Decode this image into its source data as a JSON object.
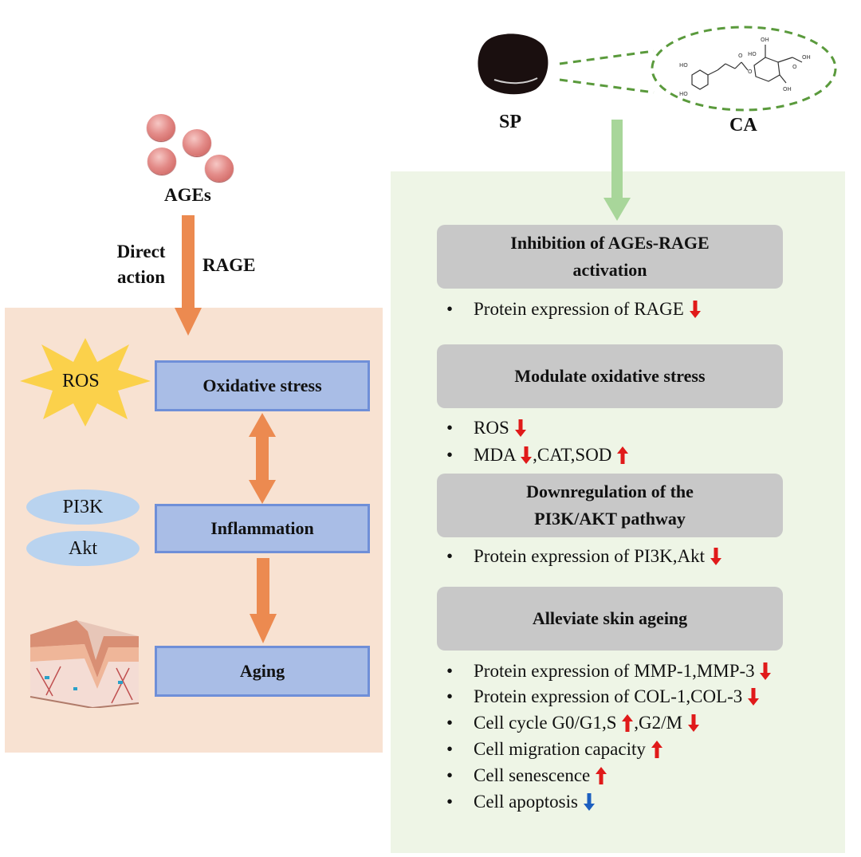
{
  "top": {
    "ages_label": "AGEs",
    "direct_action": "Direct\naction",
    "rage_label": "RAGE",
    "sp_label": "SP",
    "ca_label": "CA"
  },
  "left_flow": {
    "boxes": [
      "Oxidative stress",
      "Inflammation",
      "Aging"
    ],
    "ros_label": "ROS",
    "pi3k_label": "PI3K",
    "akt_label": "Akt"
  },
  "right_sections": [
    {
      "title": "Inhibition of AGEs-RAGE\nactivation",
      "items": [
        {
          "parts": [
            {
              "t": "Protein expression of RAGE "
            },
            {
              "a": "down-red"
            }
          ]
        }
      ]
    },
    {
      "title": "Modulate oxidative stress",
      "items": [
        {
          "parts": [
            {
              "t": "ROS "
            },
            {
              "a": "down-red"
            }
          ]
        },
        {
          "parts": [
            {
              "t": "MDA "
            },
            {
              "a": "down-red"
            },
            {
              "t": ",CAT,SOD "
            },
            {
              "a": "up-red"
            }
          ]
        }
      ]
    },
    {
      "title": "Downregulation of the\nPI3K/AKT pathway",
      "items": [
        {
          "parts": [
            {
              "t": "Protein expression of PI3K,Akt "
            },
            {
              "a": "down-red"
            }
          ]
        }
      ]
    },
    {
      "title": "Alleviate skin ageing",
      "items": [
        {
          "parts": [
            {
              "t": "Protein expression of MMP-1,MMP-3 "
            },
            {
              "a": "down-red"
            }
          ]
        },
        {
          "parts": [
            {
              "t": "Protein expression of COL-1,COL-3 "
            },
            {
              "a": "down-red"
            }
          ]
        },
        {
          "parts": [
            {
              "t": "Cell cycle G0/G1,S "
            },
            {
              "a": "up-red"
            },
            {
              "t": ",G2/M "
            },
            {
              "a": "down-red"
            }
          ]
        },
        {
          "parts": [
            {
              "t": "Cell migration capacity "
            },
            {
              "a": "up-red"
            }
          ]
        },
        {
          "parts": [
            {
              "t": "Cell senescence "
            },
            {
              "a": "up-red"
            }
          ]
        },
        {
          "parts": [
            {
              "t": "Cell apoptosis "
            },
            {
              "a": "down-blue"
            }
          ]
        }
      ]
    }
  ],
  "colors": {
    "arrow_orange": "#ec8a50",
    "arrow_green": "#a8d69a",
    "arrow_red": "#e01a1a",
    "arrow_blue": "#1c5fc0",
    "box_blue": "#a9bde6",
    "ros_star": "#fbd14b"
  }
}
